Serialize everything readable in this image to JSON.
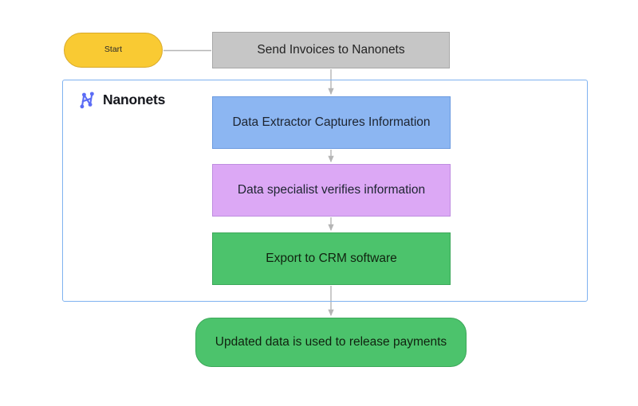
{
  "diagram": {
    "background_color": "#ffffff",
    "group": {
      "name": "nanonets-group",
      "label": "Nanonets",
      "logo_icon": "nanonets-logo-icon",
      "border_color": "#7fb2f0"
    },
    "nodes": [
      {
        "id": "start",
        "label": "Start",
        "shape": "pill",
        "fill": "#f9ca33",
        "stroke": "#d8a92a"
      },
      {
        "id": "send-invoices",
        "label": "Send Invoices to Nanonets",
        "shape": "rect",
        "fill": "#c6c6c6",
        "stroke": "#a8a8a8"
      },
      {
        "id": "data-extractor",
        "label": "Data Extractor Captures Information",
        "shape": "rect",
        "fill": "#8cb6f2",
        "stroke": "#6c9be0"
      },
      {
        "id": "data-specialist",
        "label": "Data specialist verifies information",
        "shape": "rect",
        "fill": "#dca8f5",
        "stroke": "#bf8de0"
      },
      {
        "id": "export-crm",
        "label": "Export to CRM software",
        "shape": "rect",
        "fill": "#4cc36c",
        "stroke": "#3da85a"
      },
      {
        "id": "updated-data",
        "label": "Updated data is used to release payments",
        "shape": "rounded-rect",
        "fill": "#4cc36c",
        "stroke": "#3da85a"
      }
    ],
    "connectors": [
      {
        "from": "start",
        "to": "send-invoices",
        "arrowhead": false,
        "color": "#b5b5b5"
      },
      {
        "from": "send-invoices",
        "to": "data-extractor",
        "arrowhead": true,
        "color": "#b5b5b5"
      },
      {
        "from": "data-extractor",
        "to": "data-specialist",
        "arrowhead": true,
        "color": "#b5b5b5"
      },
      {
        "from": "data-specialist",
        "to": "export-crm",
        "arrowhead": true,
        "color": "#b5b5b5"
      },
      {
        "from": "export-crm",
        "to": "updated-data",
        "arrowhead": true,
        "color": "#b5b5b5"
      }
    ]
  }
}
